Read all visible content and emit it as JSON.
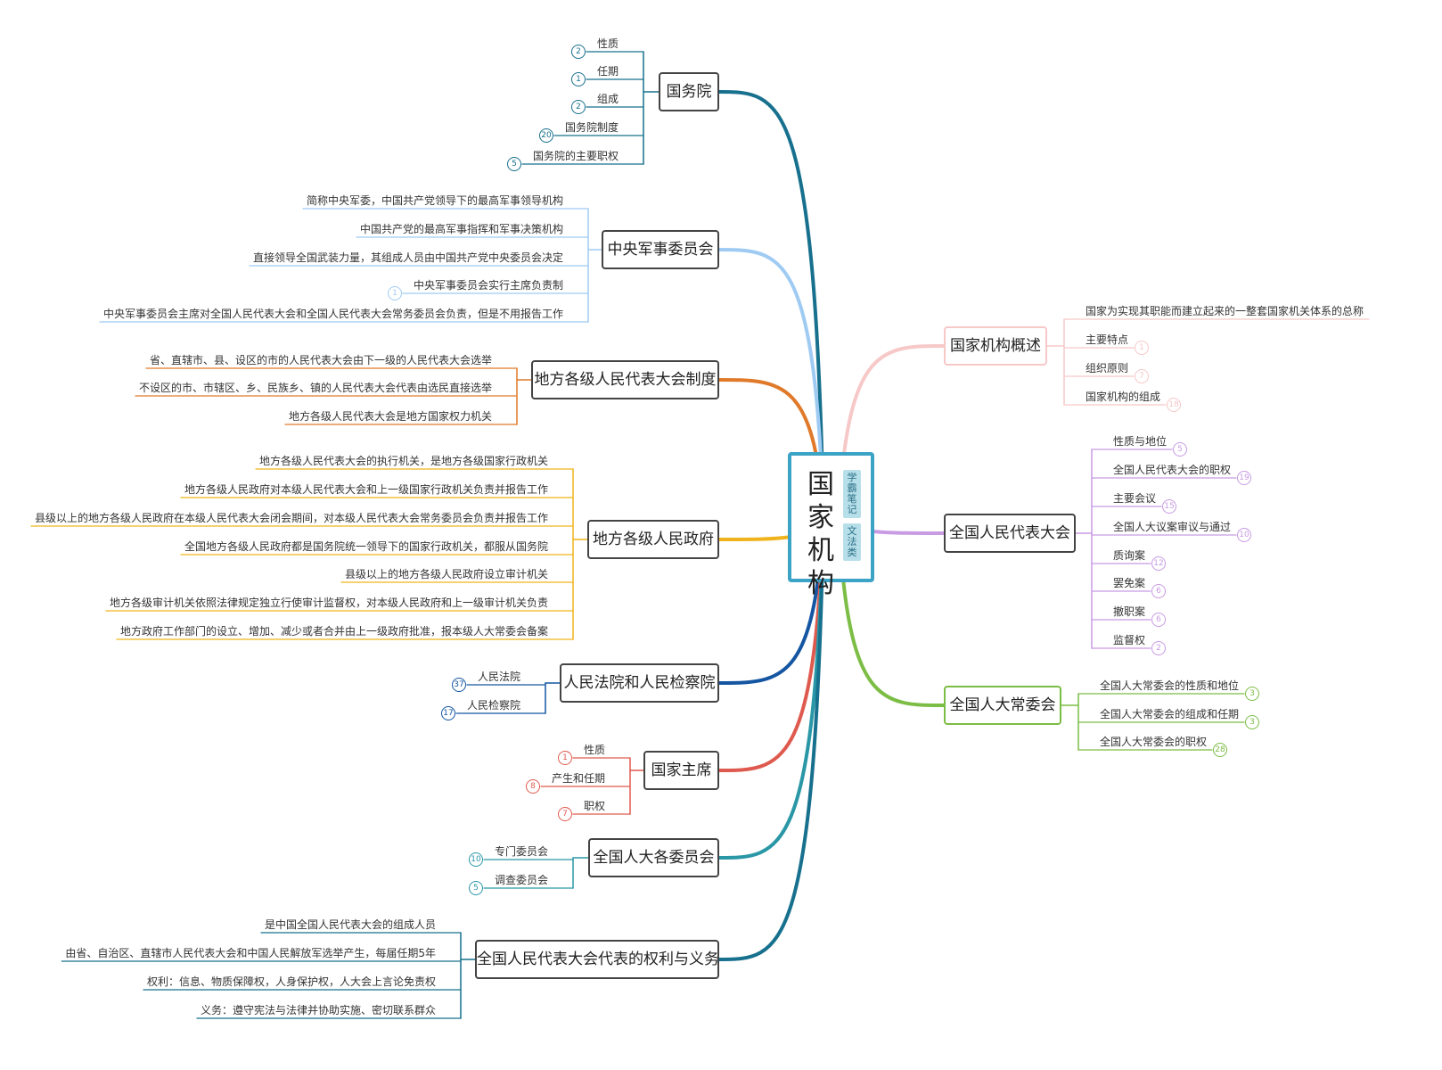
{
  "root": {
    "title": "国家机构",
    "tags": [
      "学霸笔记",
      "文法类"
    ]
  },
  "colors": {
    "guowuyuan": "#17708d",
    "junwei": "#9fcbf3",
    "difang_renda": "#e07a2a",
    "difang_zhengfu": "#f0b31c",
    "fayuan": "#1556a2",
    "zhuxi": "#df5a4e",
    "geweiyuanhui": "#2a97a6",
    "daibiao": "#17708d",
    "gaishu": "#f7c8c8",
    "renda": "#c89be3",
    "changweihui": "#7cbd45"
  },
  "branches": {
    "guowuyuan": {
      "label": "国务院",
      "children": [
        {
          "text": "性质",
          "count": "2"
        },
        {
          "text": "任期",
          "count": "1"
        },
        {
          "text": "组成",
          "count": "2"
        },
        {
          "text": "国务院制度",
          "count": "20"
        },
        {
          "text": "国务院的主要职权",
          "count": "5"
        }
      ]
    },
    "junwei": {
      "label": "中央军事委员会",
      "children": [
        {
          "text": "简称中央军委，中国共产党领导下的最高军事领导机构"
        },
        {
          "text": "中国共产党的最高军事指挥和军事决策机构"
        },
        {
          "text": "直接领导全国武装力量，其组成人员由中国共产党中央委员会决定"
        },
        {
          "text": "中央军事委员会实行主席负责制",
          "count": "1"
        },
        {
          "text": "中央军事委员会主席对全国人民代表大会和全国人民代表大会常务委员会负责，但是不用报告工作"
        }
      ]
    },
    "difang_renda": {
      "label": "地方各级人民代表大会制度",
      "children": [
        {
          "text": "省、直辖市、县、设区的市的人民代表大会由下一级的人民代表大会选举"
        },
        {
          "text": "不设区的市、市辖区、乡、民族乡、镇的人民代表大会代表由选民直接选举"
        },
        {
          "text": "地方各级人民代表大会是地方国家权力机关"
        }
      ]
    },
    "difang_zhengfu": {
      "label": "地方各级人民政府",
      "children": [
        {
          "text": "地方各级人民代表大会的执行机关，是地方各级国家行政机关"
        },
        {
          "text": "地方各级人民政府对本级人民代表大会和上一级国家行政机关负责并报告工作"
        },
        {
          "text": "县级以上的地方各级人民政府在本级人民代表大会闭会期间，对本级人民代表大会常务委员会负责并报告工作"
        },
        {
          "text": "全国地方各级人民政府都是国务院统一领导下的国家行政机关，都服从国务院"
        },
        {
          "text": "县级以上的地方各级人民政府设立审计机关"
        },
        {
          "text": "地方各级审计机关依照法律规定独立行使审计监督权，对本级人民政府和上一级审计机关负责"
        },
        {
          "text": "地方政府工作部门的设立、增加、减少或者合并由上一级政府批准，报本级人大常委会备案"
        }
      ]
    },
    "fayuan": {
      "label": "人民法院和人民检察院",
      "children": [
        {
          "text": "人民法院",
          "count": "37"
        },
        {
          "text": "人民检察院",
          "count": "17"
        }
      ]
    },
    "zhuxi": {
      "label": "国家主席",
      "children": [
        {
          "text": "性质",
          "count": "1"
        },
        {
          "text": "产生和任期",
          "count": "8"
        },
        {
          "text": "职权",
          "count": "7"
        }
      ]
    },
    "geweiyuanhui": {
      "label": "全国人大各委员会",
      "children": [
        {
          "text": "专门委员会",
          "count": "10"
        },
        {
          "text": "调查委员会",
          "count": "5"
        }
      ]
    },
    "daibiao": {
      "label": "全国人民代表大会代表的权利与义务",
      "children": [
        {
          "text": "是中国全国人民代表大会的组成人员"
        },
        {
          "text": "由省、自治区、直辖市人民代表大会和中国人民解放军选举产生，每届任期5年"
        },
        {
          "text": "权利：信息、物质保障权，人身保护权，人大会上言论免责权"
        },
        {
          "text": "义务：遵守宪法与法律并协助实施、密切联系群众"
        }
      ]
    },
    "gaishu": {
      "label": "国家机构概述",
      "children": [
        {
          "text": "国家为实现其职能而建立起来的一整套国家机关体系的总称"
        },
        {
          "text": "主要特点",
          "count": "1"
        },
        {
          "text": "组织原则",
          "count": "7"
        },
        {
          "text": "国家机构的组成",
          "count": "18"
        }
      ]
    },
    "renda": {
      "label": "全国人民代表大会",
      "children": [
        {
          "text": "性质与地位",
          "count": "5"
        },
        {
          "text": "全国人民代表大会的职权",
          "count": "19"
        },
        {
          "text": "主要会议",
          "count": "15"
        },
        {
          "text": "全国人大议案审议与通过",
          "count": "10"
        },
        {
          "text": "质询案",
          "count": "12"
        },
        {
          "text": "罢免案",
          "count": "6"
        },
        {
          "text": "撤职案",
          "count": "6"
        },
        {
          "text": "监督权",
          "count": "2"
        }
      ]
    },
    "changweihui": {
      "label": "全国人大常委会",
      "children": [
        {
          "text": "全国人大常委会的性质和地位",
          "count": "3"
        },
        {
          "text": "全国人大常委会的组成和任期",
          "count": "3"
        },
        {
          "text": "全国人大常委会的职权",
          "count": "28"
        }
      ]
    }
  }
}
